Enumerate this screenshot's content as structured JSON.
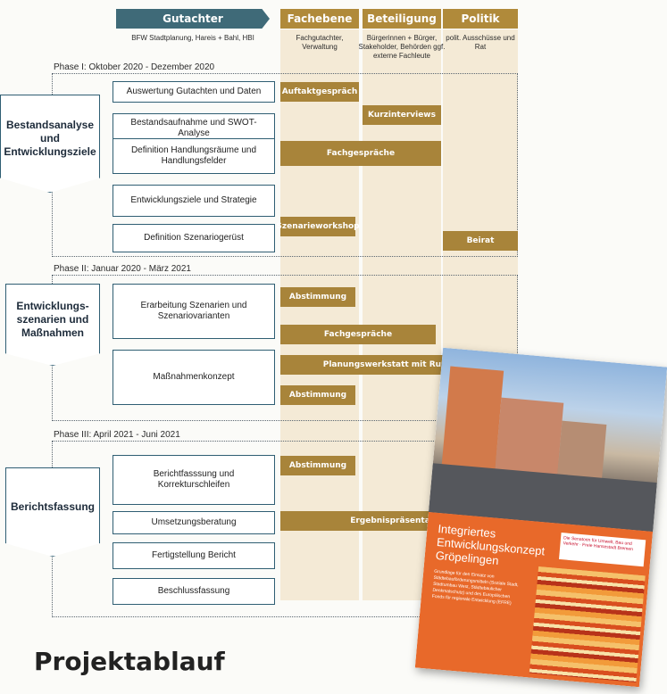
{
  "columns": {
    "gutachter": {
      "label": "Gutachter",
      "sub": "BFW Stadtplanung, Hareis + Bahl, HBI"
    },
    "fachebene": {
      "label": "Fachebene",
      "sub": "Fachgutachter, Verwaltung"
    },
    "beteiligung": {
      "label": "Beteiligung",
      "sub": "Bürgerinnen + Bürger, Stakeholder, Behörden ggf. externe Fachleute"
    },
    "politik": {
      "label": "Politik",
      "sub": "polit. Ausschüsse und Rat"
    }
  },
  "phases": [
    {
      "label": "Phase I: Oktober 2020 - Dezember 2020",
      "side": "Bestandsanalyse und Entwicklungsziele",
      "tasks": [
        "Auswertung Gutachten und Daten",
        "Bestandsaufnahme und SWOT-Analyse",
        "Definition Handlungsräume und Handlungsfelder",
        "Entwicklungsziele und Strategie",
        "Definition Szenariogerüst"
      ],
      "bars": [
        "Auftaktgespräch",
        "Kurzinterviews",
        "Fachgespräche",
        "Szenarieworkshop",
        "Beirat"
      ]
    },
    {
      "label": "Phase II: Januar 2020 - März 2021",
      "side": "Entwicklungs-szenarien und Maßnahmen",
      "tasks": [
        "Erarbeitung Szenarien und Szenariovarianten",
        "Maßnahmenkonzept"
      ],
      "bars": [
        "Abstimmung",
        "Fachgespräche",
        "Planungswerkstatt mit Rundgang",
        "Abstimmung"
      ]
    },
    {
      "label": "Phase III: April 2021 - Juni 2021",
      "side": "Berichtsfassung",
      "tasks": [
        "Berichtfasssung und Korrekturschleifen",
        "Umsetzungsberatung",
        "Fertigstellung Bericht",
        "Beschlussfassung"
      ],
      "bars": [
        "Abstimmung",
        "Ergebnispräsentation"
      ]
    }
  ],
  "title": "Projektablauf",
  "brochure": {
    "title": "Integriertes Entwicklungskonzept Gröpelingen",
    "text": "Grundlage für den Einsatz von Städtebauförderungsmitteln (Soziale Stadt, Stadtumbau West, Städtebaulicher Denkmalschutz) und des Europäischen Fonds für regionale Entwicklung (EFRE)",
    "logo": "Die Senatorin für Umwelt, Bau und Verkehr · Freie Hansestadt Bremen"
  }
}
